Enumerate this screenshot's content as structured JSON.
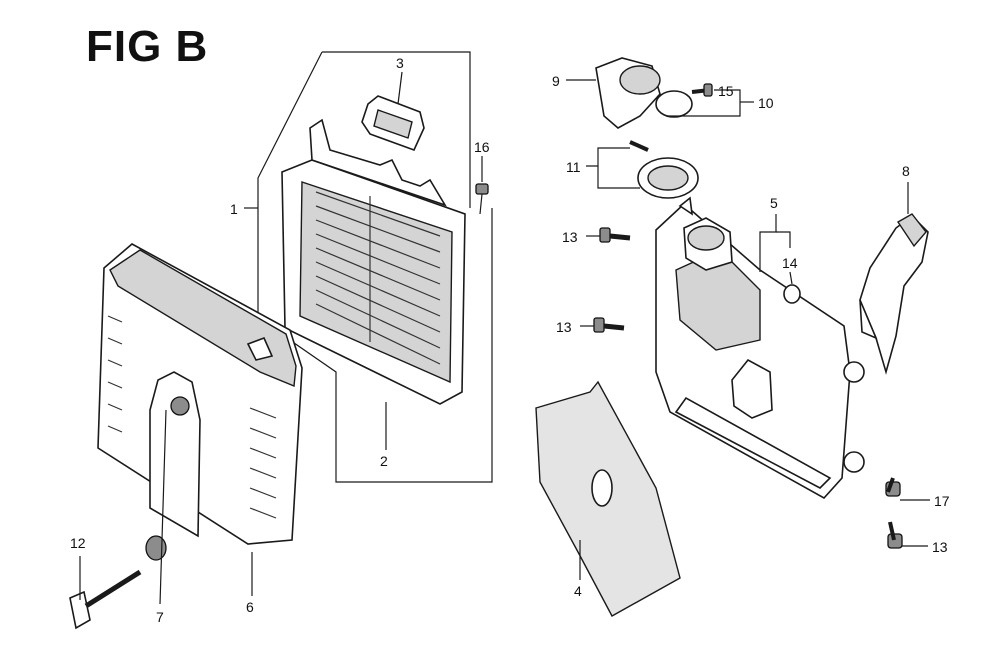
{
  "figure": {
    "title": "FIG B"
  },
  "callouts": {
    "p1": "1",
    "p2": "2",
    "p3": "3",
    "p4": "4",
    "p5": "5",
    "p6": "6",
    "p7": "7",
    "p8": "8",
    "p9": "9",
    "p10": "10",
    "p11": "11",
    "p12": "12",
    "p13a": "13",
    "p13b": "13",
    "p13c": "13",
    "p14": "14",
    "p15": "15",
    "p16": "16",
    "p17": "17"
  }
}
